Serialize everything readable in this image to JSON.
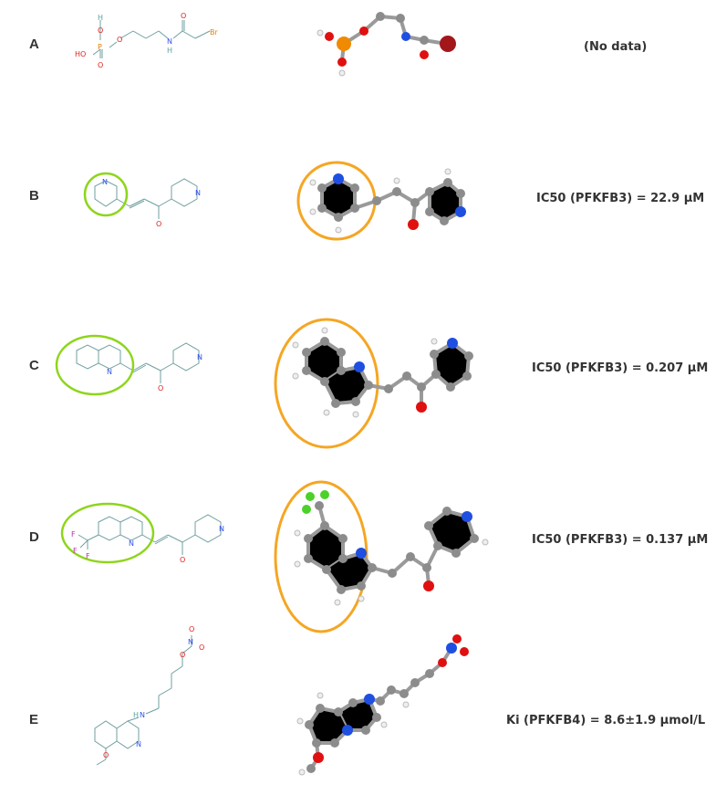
{
  "rows": [
    {
      "label": "A",
      "value": "(No data)"
    },
    {
      "label": "B",
      "value": "IC50 (PFKFB3) = 22.9 μM"
    },
    {
      "label": "C",
      "value": "IC50 (PFKFB3) = 0.207 μM"
    },
    {
      "label": "D",
      "value": "IC50 (PFKFB3) = 0.137 μM"
    },
    {
      "label": "E",
      "value": "Ki (PFKFB4) = 8.6±1.9 μmol/L"
    }
  ],
  "atom_labels": {
    "a": {
      "h1": "H",
      "o1": "O",
      "ho": "HO",
      "p": "P",
      "o2": "O",
      "o3": "O",
      "n": "N",
      "h2": "H",
      "o4": "O",
      "br": "Br"
    },
    "b": {
      "n1": "N",
      "o": "O",
      "n2": "N"
    },
    "c": {
      "n1": "N",
      "o": "O",
      "n2": "N"
    },
    "d": {
      "f1": "F",
      "f2": "F",
      "f3": "F",
      "n1": "N",
      "o": "O",
      "n2": "N"
    },
    "e": {
      "o1": "O",
      "n1": "N",
      "o2": "O",
      "o3": "O",
      "h": "H",
      "n2": "N",
      "n3": "N",
      "o4": "O"
    }
  },
  "colors": {
    "highlight_2d": "#8ed51c",
    "highlight_3d": "#f5a623",
    "carbon": "#8c8c8c",
    "nitrogen": "#1f4fe0",
    "oxygen": "#e01010",
    "phosphorus": "#f08a00",
    "bromine": "#a3171b",
    "fluorine": "#4cd12a",
    "hydrogen": "#f4f4f4"
  }
}
